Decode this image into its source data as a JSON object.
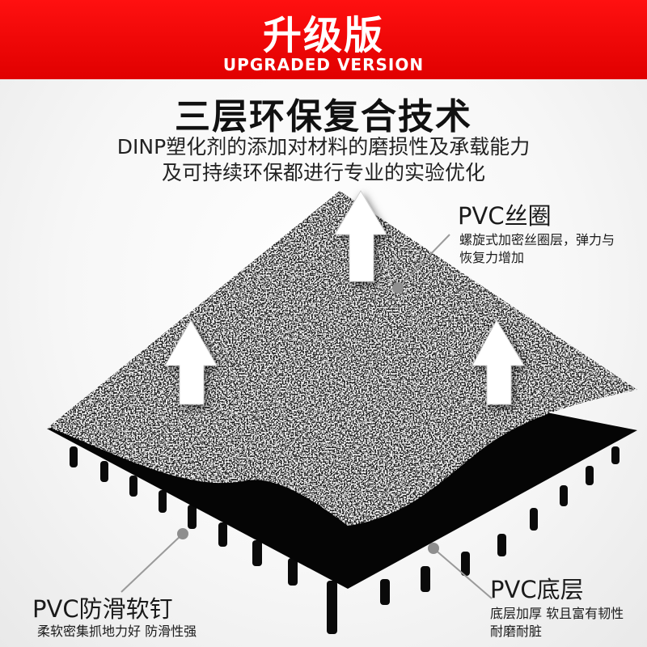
{
  "banner": {
    "title": "升级版",
    "subtitle": "UPGRADED VERSION",
    "color": "#ff0000"
  },
  "headline": "三层环保复合技术",
  "intro": {
    "line1": "DINP塑化剂的添加对材料的磨损性及承载能力",
    "line2": "及可持续环保都进行专业的实验优化"
  },
  "layers": {
    "coil": {
      "title": "PVC丝圈",
      "desc_line1": "螺旋式加密丝圈层，弹力与",
      "desc_line2": "恢复力增加"
    },
    "studs": {
      "title": "PVC防滑软钉",
      "desc": "柔软密集抓地力好 防滑性强"
    },
    "base": {
      "title": "PVC底层",
      "desc_line1": "底层加厚 软且富有韧性",
      "desc_line2": "耐磨耐脏"
    }
  },
  "icons": [
    "up-arrow-icon",
    "pointer-dot-icon"
  ]
}
